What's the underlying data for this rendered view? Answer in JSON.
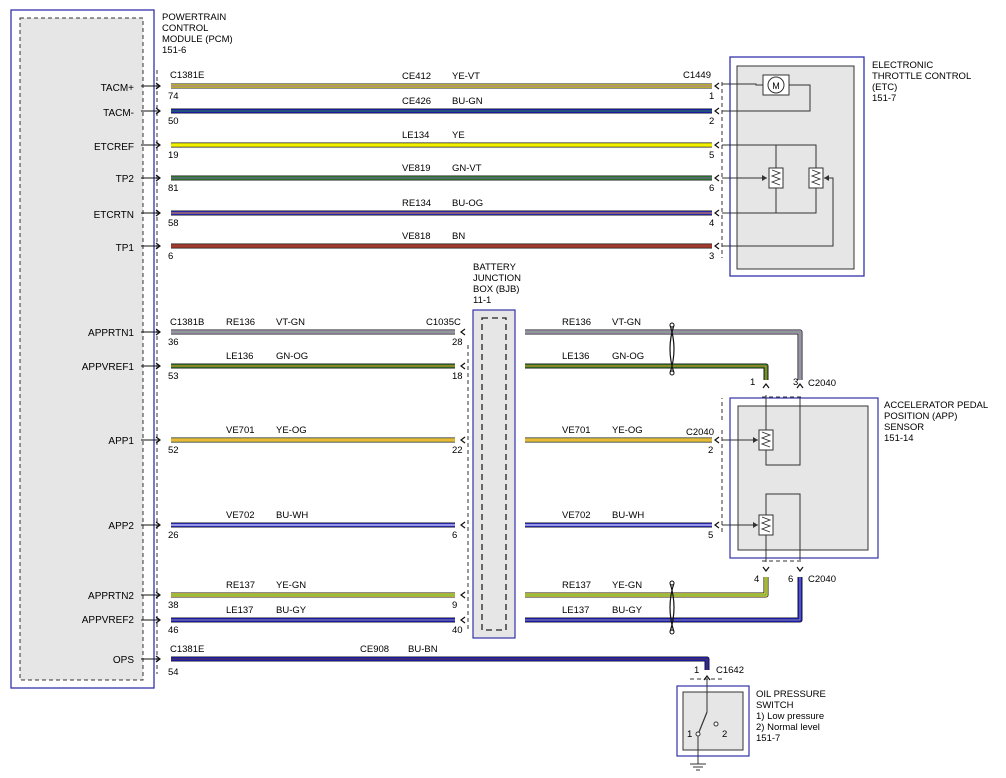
{
  "modules": {
    "pcm": {
      "lines": [
        "POWERTRAIN",
        "CONTROL",
        "MODULE (PCM)",
        "151-6"
      ]
    },
    "etc": {
      "lines": [
        "ELECTRONIC",
        "THROTTLE CONTROL",
        "(ETC)",
        "151-7"
      ]
    },
    "bjb": {
      "lines": [
        "BATTERY",
        "JUNCTION",
        "BOX (BJB)",
        "11-1"
      ]
    },
    "app": {
      "lines": [
        "ACCELERATOR PEDAL",
        "POSITION (APP)",
        "SENSOR",
        "151-14"
      ]
    },
    "ops": {
      "lines": [
        "OIL PRESSURE",
        "SWITCH",
        "1) Low pressure",
        "2) Normal level",
        "151-7"
      ]
    }
  },
  "connectors": {
    "pcm_top": "C1381E",
    "pcm_mid": "C1381B",
    "pcm_bottom": "C1381E",
    "etc": "C1449",
    "bjb": "C1035C",
    "app_in": "C2040",
    "app_top": "C2040",
    "app_bottom": "C2040",
    "ops": "C1642"
  },
  "pcm_pins": {
    "tacm_plus": "TACM+",
    "tacm_minus": "TACM-",
    "etcref": "ETCREF",
    "tp2": "TP2",
    "etcrtn": "ETCRTN",
    "tp1": "TP1",
    "apprtn1": "APPRTN1",
    "appvref1": "APPVREF1",
    "app1": "APP1",
    "app2": "APP2",
    "apprtn2": "APPRTN2",
    "appvref2": "APPVREF2",
    "ops": "OPS"
  },
  "etc_circuits": [
    {
      "circuit": "CE412",
      "color_code": "YE-VT",
      "pcm_pin": "74",
      "etc_pin": "1",
      "c1": "#e8e030",
      "c2": "#7a4aa8"
    },
    {
      "circuit": "CE426",
      "color_code": "BU-GN",
      "pcm_pin": "50",
      "etc_pin": "2",
      "c1": "#1a1acc",
      "c2": "#2a8a2a"
    },
    {
      "circuit": "LE134",
      "color_code": "YE",
      "pcm_pin": "19",
      "etc_pin": "5",
      "c1": "#f2f200",
      "c2": "#f2f200"
    },
    {
      "circuit": "VE819",
      "color_code": "GN-VT",
      "pcm_pin": "81",
      "etc_pin": "6",
      "c1": "#2e8a2e",
      "c2": "#7a4aa8"
    },
    {
      "circuit": "RE134",
      "color_code": "BU-OG",
      "pcm_pin": "58",
      "etc_pin": "4",
      "c1": "#2a2ad0",
      "c2": "#e89030"
    },
    {
      "circuit": "VE818",
      "color_code": "BN",
      "pcm_pin": "6",
      "etc_pin": "3",
      "c1": "#a33a2e",
      "c2": "#a33a2e"
    }
  ],
  "app_circuits": [
    {
      "circuit": "RE136",
      "color_code": "VT-GN",
      "pcm_pin": "36",
      "bjb_pin": "28",
      "app_pin": "3",
      "c1": "#b095c0",
      "c2": "#6aa06a"
    },
    {
      "circuit": "LE136",
      "color_code": "GN-OG",
      "pcm_pin": "53",
      "bjb_pin": "18",
      "app_pin": "1",
      "c1": "#2e7a22",
      "c2": "#e89030"
    },
    {
      "circuit": "VE701",
      "color_code": "YE-OG",
      "pcm_pin": "52",
      "bjb_pin": "22",
      "app_pin": "2",
      "c1": "#e8d040",
      "c2": "#e8a030"
    },
    {
      "circuit": "VE702",
      "color_code": "BU-WH",
      "pcm_pin": "26",
      "bjb_pin": "6",
      "app_pin": "5",
      "c1": "#2a2ad0",
      "c2": "#ffffff"
    },
    {
      "circuit": "RE137",
      "color_code": "YE-GN",
      "pcm_pin": "38",
      "bjb_pin": "9",
      "app_pin": "4",
      "c1": "#e8e040",
      "c2": "#4a9a3a"
    },
    {
      "circuit": "LE137",
      "color_code": "BU-GY",
      "pcm_pin": "46",
      "bjb_pin": "40",
      "app_pin": "6",
      "c1": "#1a1ad0",
      "c2": "#909090"
    }
  ],
  "ops_circuit": {
    "circuit": "CE908",
    "color_code": "BU-BN",
    "pcm_pin": "54",
    "ops_pin": "1",
    "c1": "#1a1acc",
    "c2": "#5a3a2a"
  },
  "ops_switch_pins": {
    "pin1": "1",
    "pin2": "2"
  },
  "etc_motor_symbol": "M"
}
